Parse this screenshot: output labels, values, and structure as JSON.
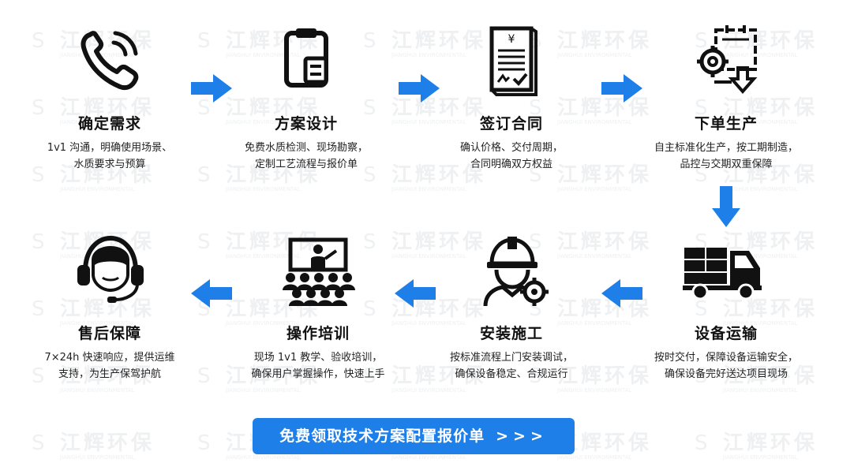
{
  "watermark": {
    "text": "江辉环保",
    "subtext": "JIANGHUI ENVIRONMENTAL"
  },
  "accent": "#1e7fe8",
  "steps": [
    {
      "title": "确定需求",
      "desc": "1v1 沟通，明确使用场景、\n水质要求与预算",
      "icon": "phone-icon"
    },
    {
      "title": "方案设计",
      "desc": "免费水质检测、现场勘察，\n定制工艺流程与报价单",
      "icon": "clipboard-icon"
    },
    {
      "title": "签订合同",
      "desc": "确认价格、交付周期，\n合同明确双方权益",
      "icon": "contract-icon"
    },
    {
      "title": "下单生产",
      "desc": "自主标准化生产，按工期制造，\n品控与交期双重保障",
      "icon": "production-icon"
    },
    {
      "title": "设备运输",
      "desc": "按时交付，保障设备运输安全，\n确保设备完好送达项目现场",
      "icon": "truck-icon"
    },
    {
      "title": "安装施工",
      "desc": "按标准流程上门安装调试，\n确保设备稳定、合规运行",
      "icon": "engineer-icon"
    },
    {
      "title": "操作培训",
      "desc": "现场 1v1 教学、验收培训，\n确保用户掌握操作，快速上手",
      "icon": "training-icon"
    },
    {
      "title": "售后保障",
      "desc": "7×24h 快速响应，提供运维\n支持，为生产保驾护航",
      "icon": "headset-icon"
    }
  ],
  "cta": {
    "label": "免费领取技术方案配置报价单",
    "chevrons": ">>>"
  }
}
